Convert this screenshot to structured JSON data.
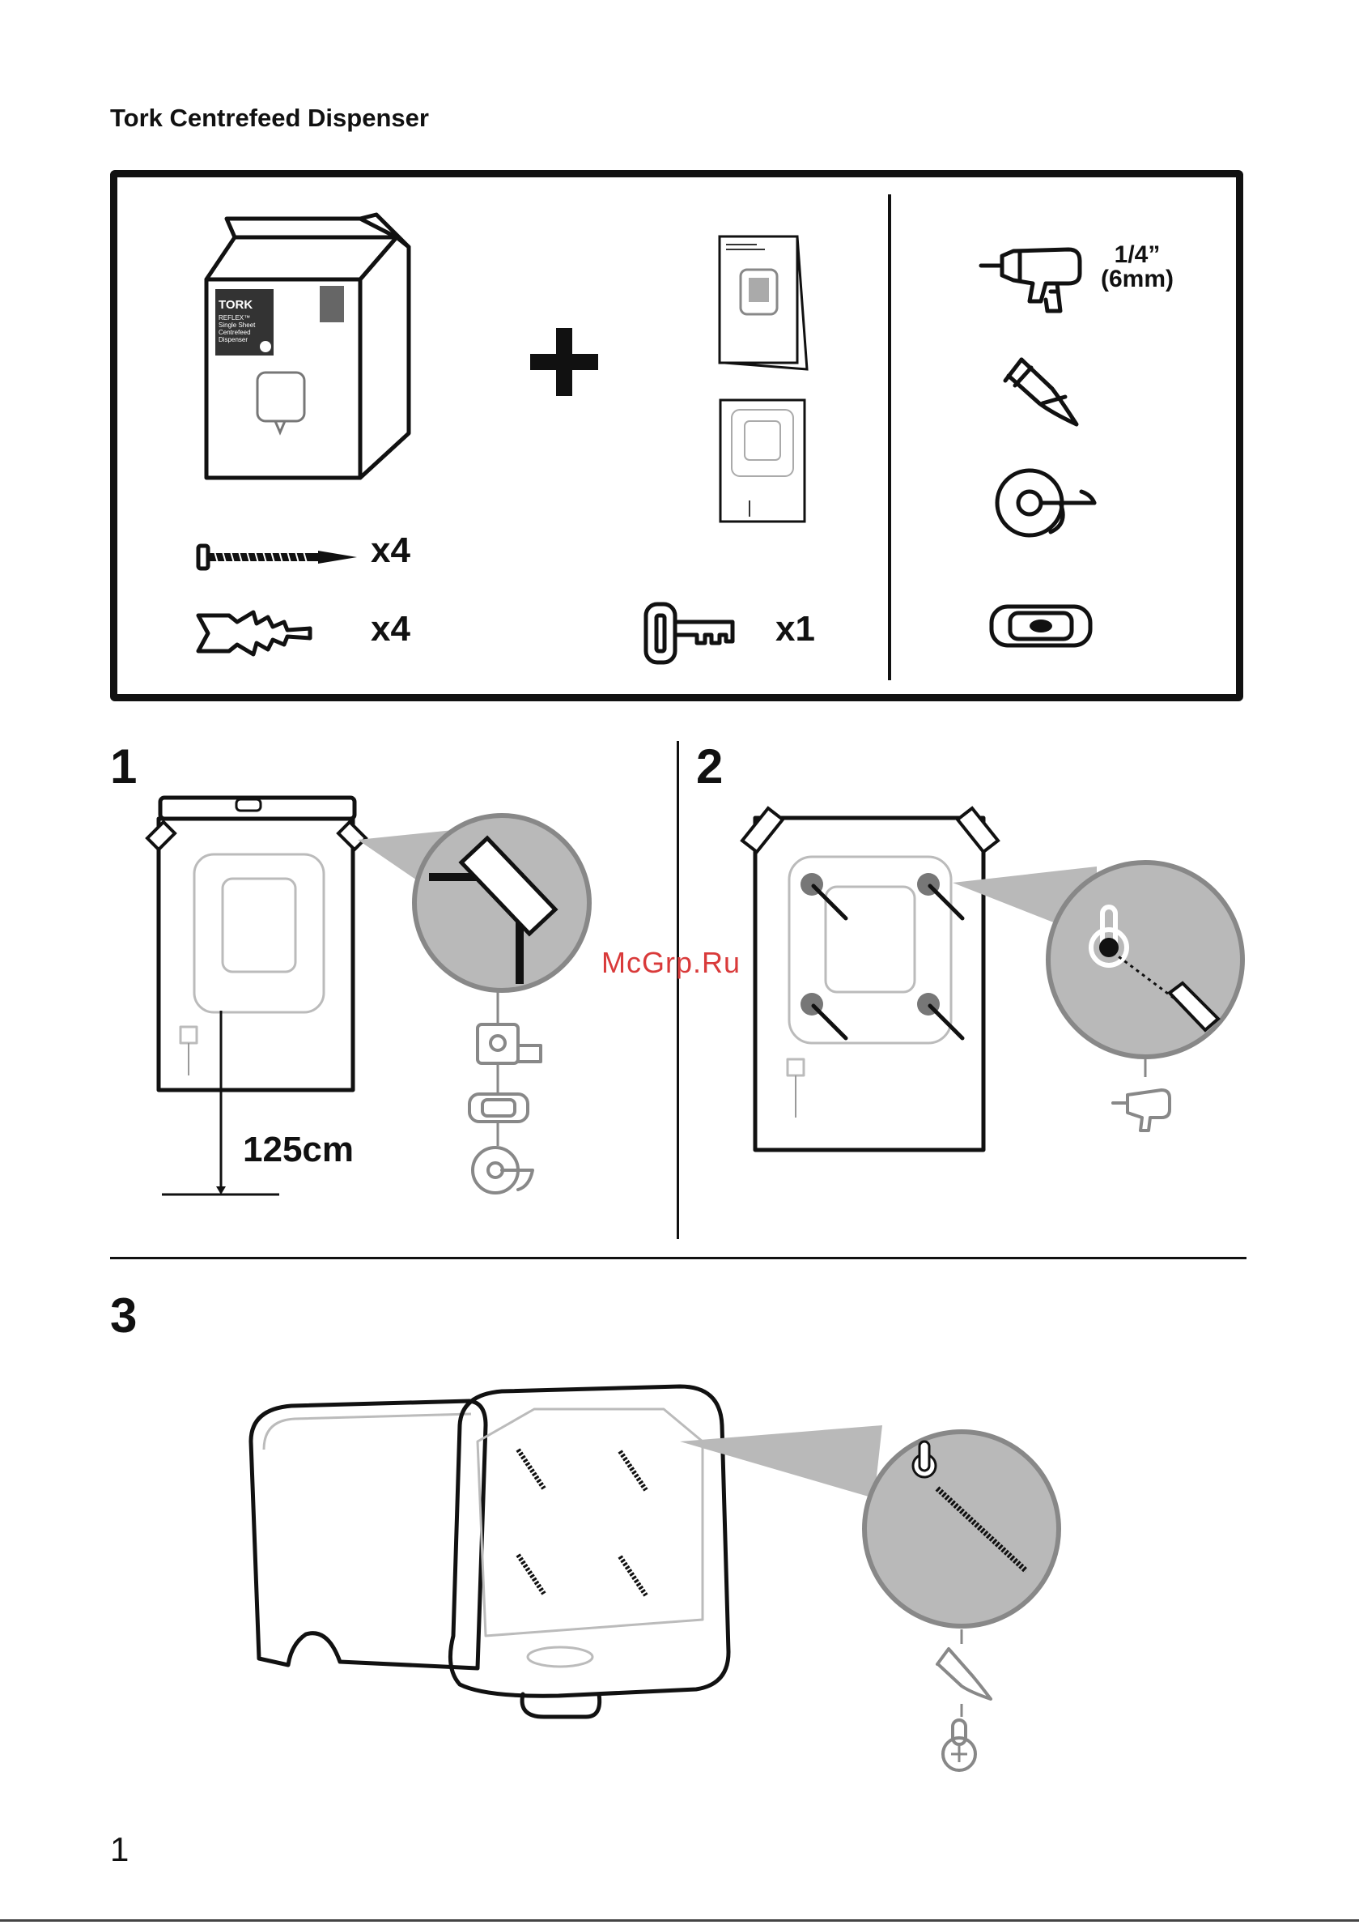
{
  "document": {
    "title": "Tork Centrefeed Dispenser",
    "page_number": "1",
    "watermark": "McGrp.Ru"
  },
  "kit": {
    "box_brand": "TORK",
    "box_lines": [
      "REFLEX™",
      "Single Sheet",
      "Centrefeed",
      "Dispenser"
    ],
    "screws_qty": "x4",
    "plugs_qty": "x4",
    "key_qty": "x1",
    "drill_bit_size": "1/4”",
    "drill_bit_size_metric": "(6mm)"
  },
  "steps": {
    "step1": {
      "number": "1",
      "height_label": "125cm"
    },
    "step2": {
      "number": "2"
    },
    "step3": {
      "number": "3"
    }
  }
}
